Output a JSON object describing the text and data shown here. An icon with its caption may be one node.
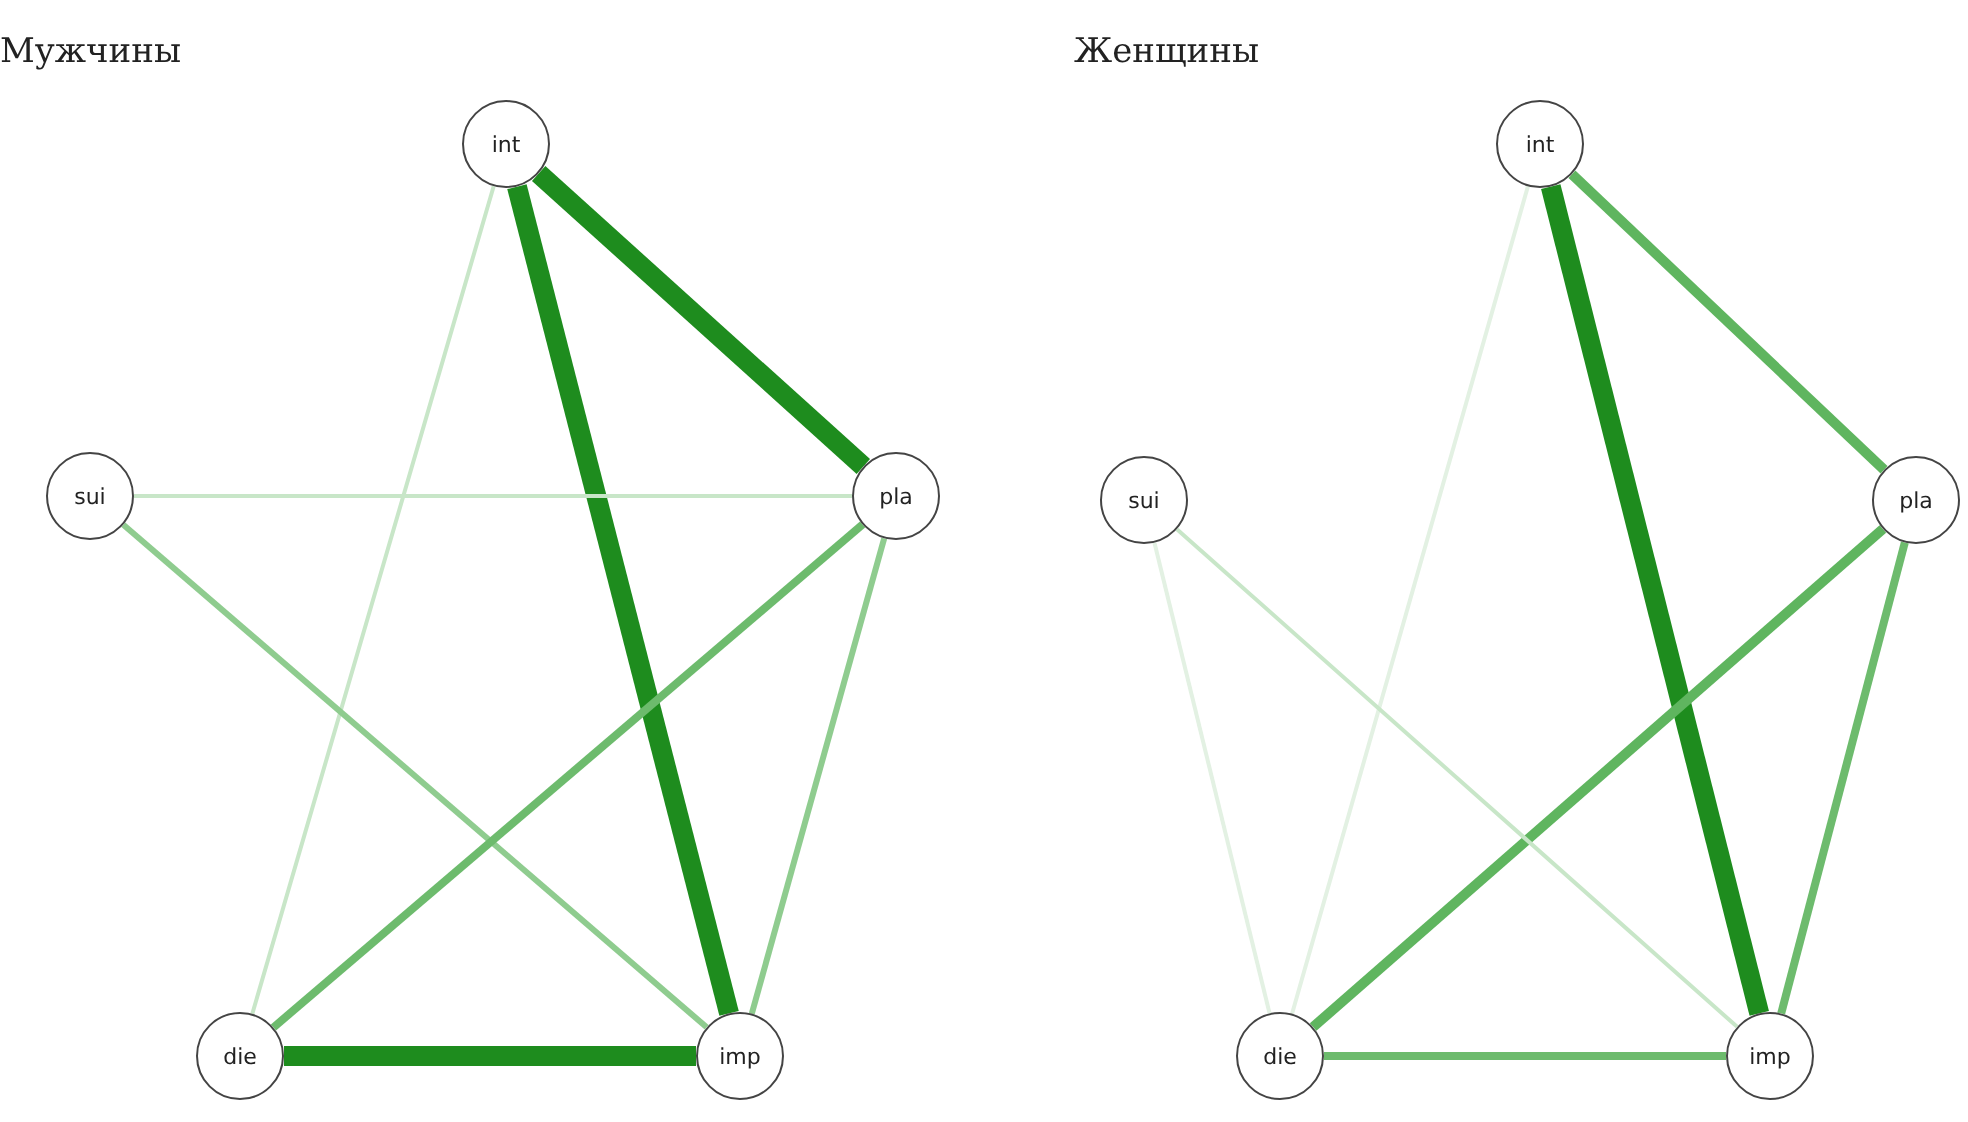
{
  "diagram": {
    "nodes": [
      {
        "text": [
          "int"
        ]
      },
      {
        "text": [
          "sui"
        ]
      },
      {
        "text": [
          "pla"
        ]
      },
      {
        "text": [
          "die"
        ]
      },
      {
        "text": [
          "imp"
        ]
      },
      {
        "text": [
          "int"
        ]
      },
      {
        "text": [
          "sui"
        ]
      },
      {
        "text": [
          "pla"
        ]
      },
      {
        "text": [
          "die"
        ]
      },
      {
        "text": [
          "imp"
        ]
      }
    ],
    "edges": [
      {
        "from": 0,
        "to": 2,
        "arrow": "none",
        "style": "thick",
        "color": "#1e8c1e"
      },
      {
        "from": 0,
        "to": 4,
        "arrow": "none",
        "style": "thick",
        "color": "#1e8c1e"
      },
      {
        "from": 3,
        "to": 4,
        "arrow": "none",
        "style": "thick",
        "color": "#1e8c1e"
      },
      {
        "from": 0,
        "to": 3,
        "arrow": "none",
        "color": "#c8e6c8"
      },
      {
        "from": 1,
        "to": 2,
        "arrow": "none",
        "color": "#c8e6c8"
      },
      {
        "from": 1,
        "to": 4,
        "arrow": "none",
        "color": "#8fcc8f"
      },
      {
        "from": 2,
        "to": 3,
        "arrow": "none",
        "color": "#6dbb6d"
      },
      {
        "from": 2,
        "to": 4,
        "arrow": "none",
        "color": "#8fcc8f"
      },
      {
        "from": 5,
        "to": 9,
        "arrow": "none",
        "style": "thick",
        "color": "#1e8c1e"
      },
      {
        "from": 5,
        "to": 7,
        "arrow": "none",
        "color": "#5fb55f"
      },
      {
        "from": 7,
        "to": 8,
        "arrow": "none",
        "color": "#5fb55f"
      },
      {
        "from": 7,
        "to": 9,
        "arrow": "none",
        "color": "#6dbb6d"
      },
      {
        "from": 8,
        "to": 9,
        "arrow": "none",
        "color": "#6dbb6d"
      },
      {
        "from": 5,
        "to": 8,
        "arrow": "none",
        "color": "#e3f1e3"
      },
      {
        "from": 6,
        "to": 8,
        "arrow": "none",
        "color": "#e3f1e3"
      },
      {
        "from": 6,
        "to": 9,
        "arrow": "none",
        "color": "#c8e6c8"
      }
    ],
    "labels": [
      "Мужчины",
      "Женщины"
    ]
  }
}
